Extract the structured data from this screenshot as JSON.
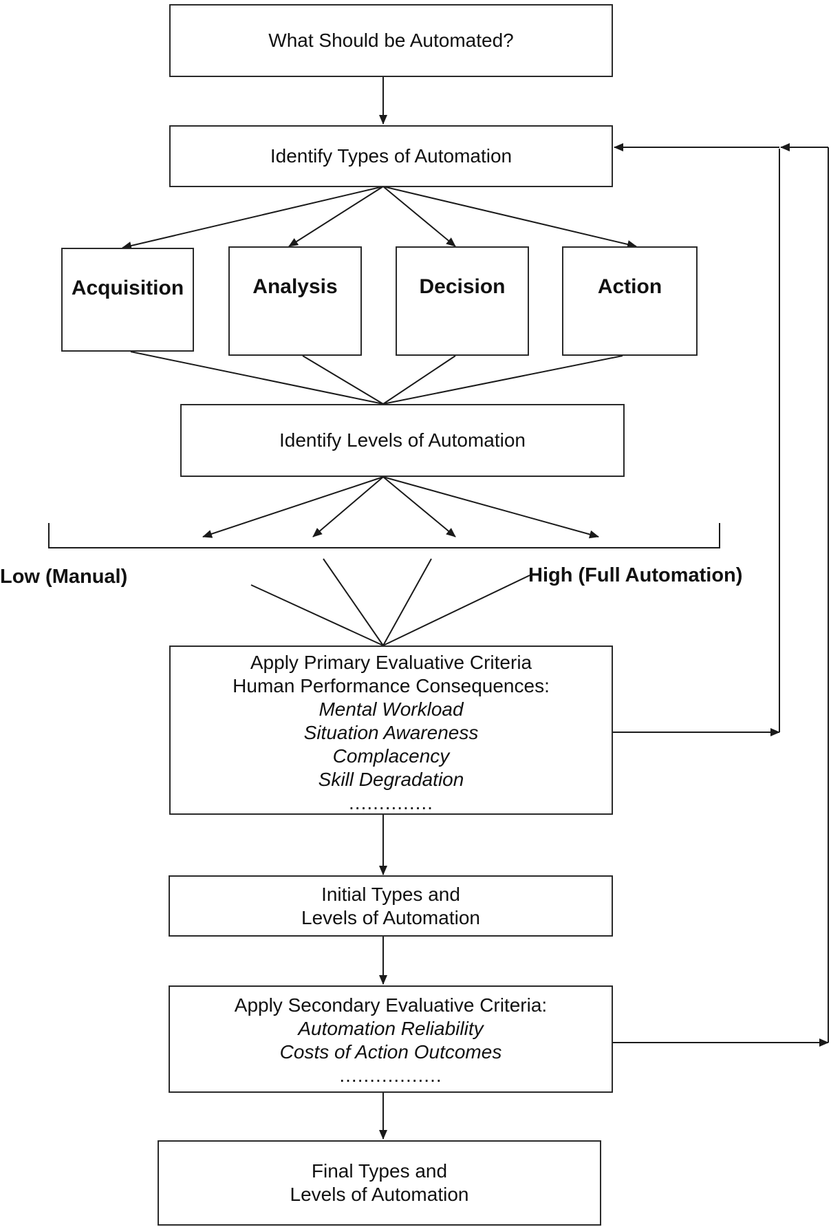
{
  "diagram": {
    "start": "What Should be Automated?",
    "identify_types": "Identify Types of Automation",
    "types": [
      "Acquisition",
      "Analysis",
      "Decision",
      "Action"
    ],
    "identify_levels": "Identify Levels of Automation",
    "scale_low": "Low (Manual)",
    "scale_high": "High (Full Automation)",
    "primary": {
      "title": "Apply Primary Evaluative Criteria",
      "subtitle": "Human Performance Consequences:",
      "items": [
        "Mental Workload",
        "Situation Awareness",
        "Complacency",
        "Skill Degradation"
      ],
      "ellipsis": ".............."
    },
    "initial": {
      "line1": "Initial Types and",
      "line2": "Levels of Automation"
    },
    "secondary": {
      "title": "Apply Secondary Evaluative Criteria:",
      "items": [
        "Automation Reliability",
        "Costs of Action Outcomes"
      ],
      "ellipsis": "................."
    },
    "final": {
      "line1": "Final Types and",
      "line2": "Levels of Automation"
    }
  }
}
